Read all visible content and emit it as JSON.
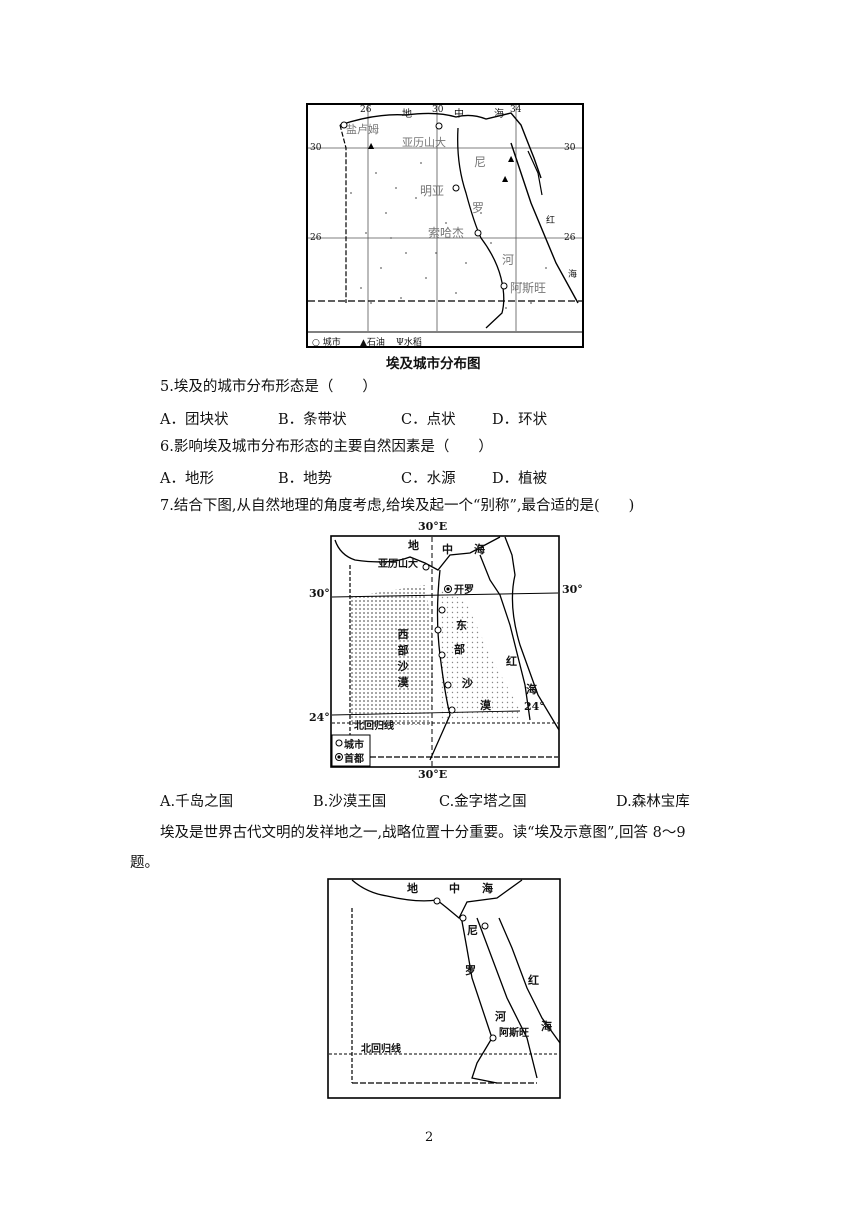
{
  "map1": {
    "caption": "埃及城市分布图",
    "lon_labels": [
      "26",
      "30",
      "34"
    ],
    "lat_labels": [
      "30",
      "26"
    ],
    "sea_label_1": "地",
    "sea_label_2": "中",
    "sea_label_3": "海",
    "cities": [
      "亚历山大",
      "明亚",
      "索哈杰",
      "阿斯旺"
    ],
    "city_left": "盐卢姆",
    "river_1": "尼",
    "river_2": "罗",
    "river_3": "河",
    "red_sea_1": "红",
    "red_sea_2": "海",
    "legend": [
      "城市",
      "石油",
      "水稻"
    ]
  },
  "q5": {
    "stem": "5.埃及的城市分布形态是（　　）",
    "options": [
      "A．团块状",
      "B．条带状",
      "C．点状",
      "D．环状"
    ]
  },
  "q6": {
    "stem": "6.影响埃及城市分布形态的主要自然因素是（　　）",
    "options": [
      "A．地形",
      "B．地势",
      "C．水源",
      "D．植被"
    ]
  },
  "q7": {
    "stem": "7.结合下图,从自然地理的角度考虑,给埃及起一个“别称”,最合适的是(　　)",
    "options": [
      "A.千岛之国",
      "B.沙漠王国",
      "C.金字塔之国",
      "D.森林宝库"
    ]
  },
  "map2": {
    "top_label": "30°E",
    "bottom_label": "30°E",
    "lat_30_left": "30°",
    "lat_30_right": "30°",
    "lat_24_left": "24°",
    "lat_24_right": "24°",
    "tropic": "北回归线",
    "sea_1": "地",
    "sea_2": "中",
    "sea_3": "海",
    "city_alex": "亚历山大",
    "capital": "开罗",
    "west_desert": [
      "西",
      "部",
      "沙",
      "漠"
    ],
    "east_desert": [
      "东",
      "部",
      "沙",
      "漠"
    ],
    "red_sea_1": "红",
    "red_sea_2": "海",
    "legend_city": "城市",
    "legend_capital": "首都"
  },
  "passage": {
    "line1": "埃及是世界古代文明的发祥地之一,战略位置十分重要。读“埃及示意图”,回答 8～9",
    "line2": "题。"
  },
  "map3": {
    "sea_1": "地",
    "sea_2": "中",
    "sea_3": "海",
    "river_1": "尼",
    "river_2": "罗",
    "river_3": "河",
    "red_sea_1": "红",
    "red_sea_2": "海",
    "city": "阿斯旺",
    "tropic": "北回归线"
  },
  "page_number": "2"
}
